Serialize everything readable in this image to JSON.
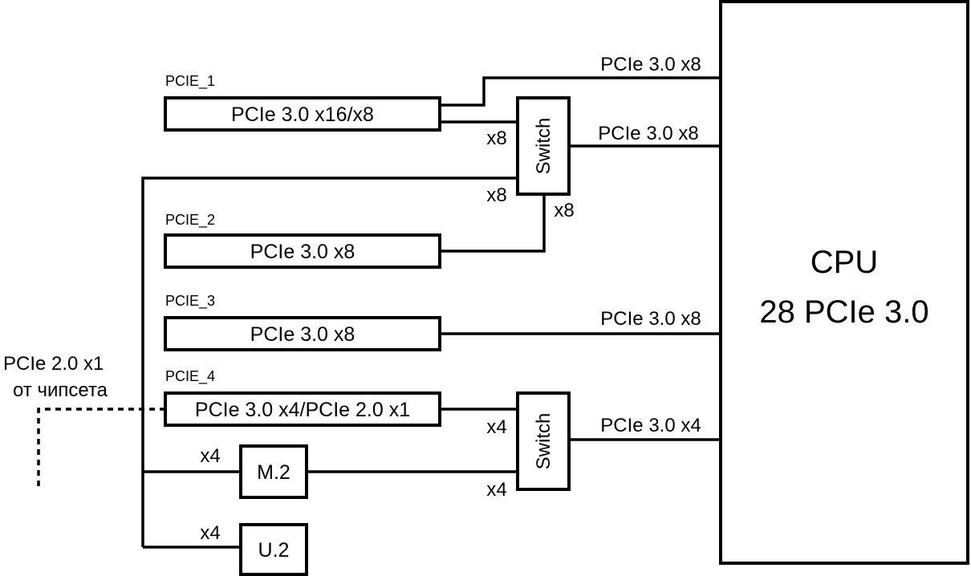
{
  "cpu": {
    "title": "CPU",
    "subtitle": "28 PCIe 3.0"
  },
  "slots": [
    {
      "name": "PCIE_1",
      "label": "PCIe 3.0 x16/x8"
    },
    {
      "name": "PCIE_2",
      "label": "PCIe 3.0 x8"
    },
    {
      "name": "PCIE_3",
      "label": "PCIe 3.0 x8"
    },
    {
      "name": "PCIE_4",
      "label": "PCIe 3.0 x4/PCIe 2.0 x1"
    }
  ],
  "devices": {
    "m2": "M.2",
    "u2": "U.2"
  },
  "switches": {
    "label": "Switch"
  },
  "links": {
    "cpu_slot1": "PCIe 3.0 x8",
    "cpu_switch1": "PCIe 3.0 x8",
    "cpu_slot3": "PCIe 3.0 x8",
    "cpu_switch2": "PCIe 3.0 x4",
    "x8": "x8",
    "x4": "x4"
  },
  "chipset": {
    "line1": "PCIe 2.0 x1",
    "line2": "от чипсета"
  }
}
